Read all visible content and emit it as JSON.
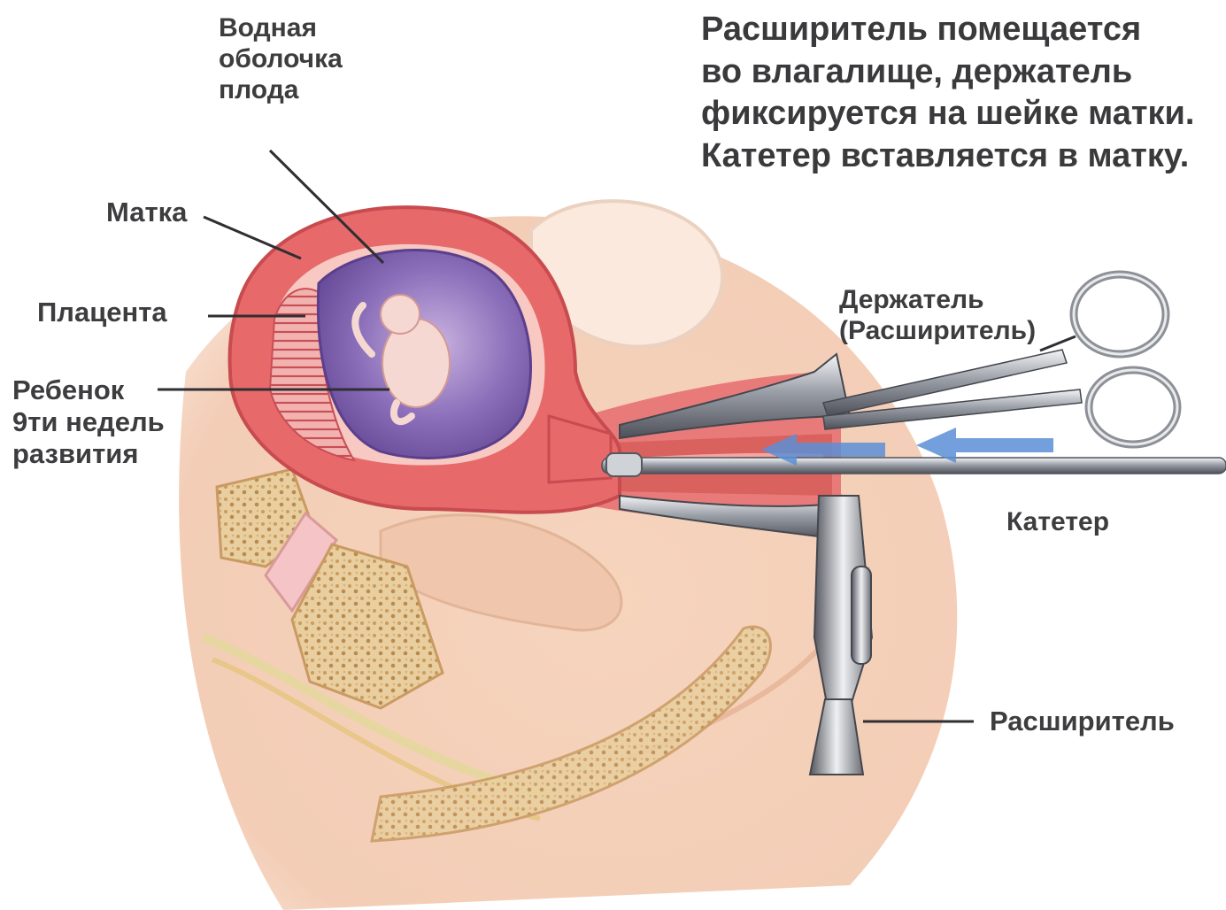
{
  "description_lines": [
    "Расширитель помещается",
    "во влагалище, держатель",
    "фиксируется на шейке матки.",
    "Катетер вставляется в матку."
  ],
  "labels": {
    "amniotic_membrane": [
      "Водная",
      "оболочка",
      "плода"
    ],
    "uterus": "Матка",
    "placenta": "Плацента",
    "fetus": [
      "Ребенок",
      "9ти недель",
      "развития"
    ],
    "holder": [
      "Держатель",
      "(Расширитель)"
    ],
    "catheter": "Катетер",
    "dilator": "Расширитель"
  },
  "colors": {
    "label_text": "#3d3d3f",
    "uterus_wall": "#e8696a",
    "amniotic_sac": "#7b5fa8",
    "skin": "#f4cdb6",
    "bone": "#d9b98a",
    "instrument": "#8d9096",
    "flow_arrow": "#5a8fd6"
  }
}
